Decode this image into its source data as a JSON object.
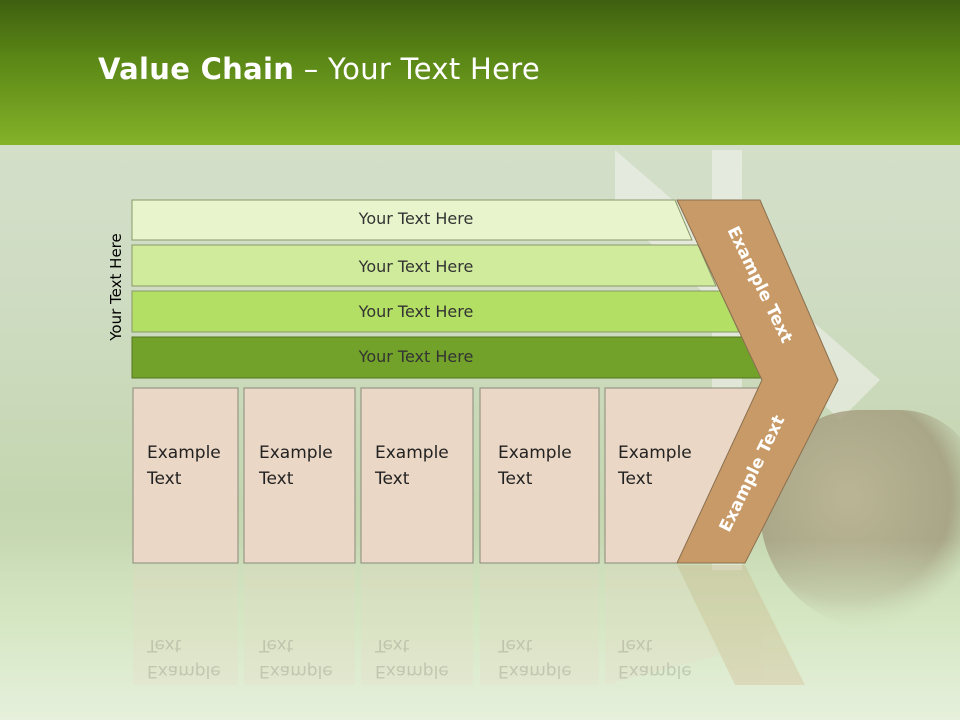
{
  "title": {
    "bold": "Value Chain",
    "rest": " – Your Text Here"
  },
  "side_label": "Your Text Here",
  "bands": [
    {
      "label": "Your Text Here",
      "color": "#e8f5cc"
    },
    {
      "label": "Your Text Here",
      "color": "#d0eb9b"
    },
    {
      "label": "Your Text Here",
      "color": "#b3df64"
    },
    {
      "label": "Your Text Here",
      "color": "#72a22a"
    }
  ],
  "boxes": [
    {
      "line1": "Example",
      "line2": "Text"
    },
    {
      "line1": "Example",
      "line2": "Text"
    },
    {
      "line1": "Example",
      "line2": "Text"
    },
    {
      "line1": "Example",
      "line2": "Text"
    },
    {
      "line1": "Example",
      "line2": "Text"
    }
  ],
  "chevron": {
    "upper_label": "Example Text",
    "lower_label": "Example Text",
    "color": "#c89a67"
  },
  "colors": {
    "box_fill": "#ebd7c5",
    "box_border": "#8a8a7a",
    "header_dark": "#3f5f10",
    "header_light": "#84b228"
  }
}
